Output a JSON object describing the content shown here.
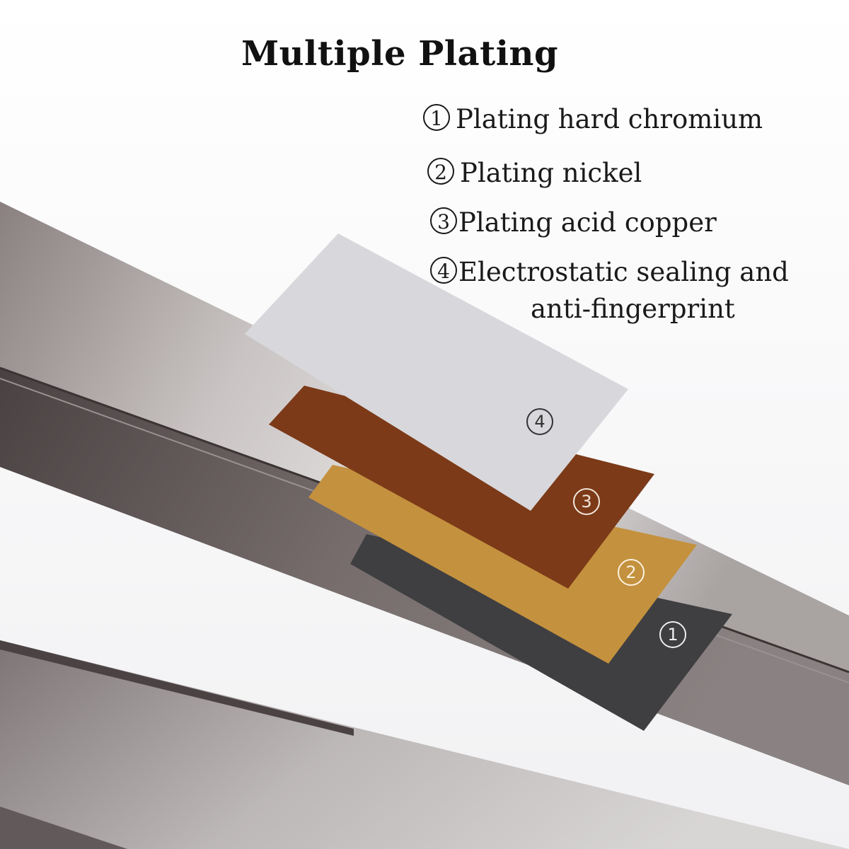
{
  "title": "Multiple Plating",
  "legend": [
    {
      "number": "1",
      "text": "Plating hard chromium"
    },
    {
      "number": "2",
      "text": "Plating nickel"
    },
    {
      "number": "3",
      "text": "Plating acid copper"
    },
    {
      "number": "4",
      "text": "Electrostatic sealing and",
      "continuation": "anti-fingerprint"
    }
  ],
  "layers": [
    {
      "number": "1",
      "color": "#3f3f41"
    },
    {
      "number": "2",
      "color": "#c4913e"
    },
    {
      "number": "3",
      "color": "#7c3a18"
    },
    {
      "number": "4",
      "color": "#d8d8dc"
    }
  ],
  "colors": {
    "background": "#ffffff",
    "metal_light": "#c9c5c4",
    "metal_dark": "#5f5556"
  }
}
